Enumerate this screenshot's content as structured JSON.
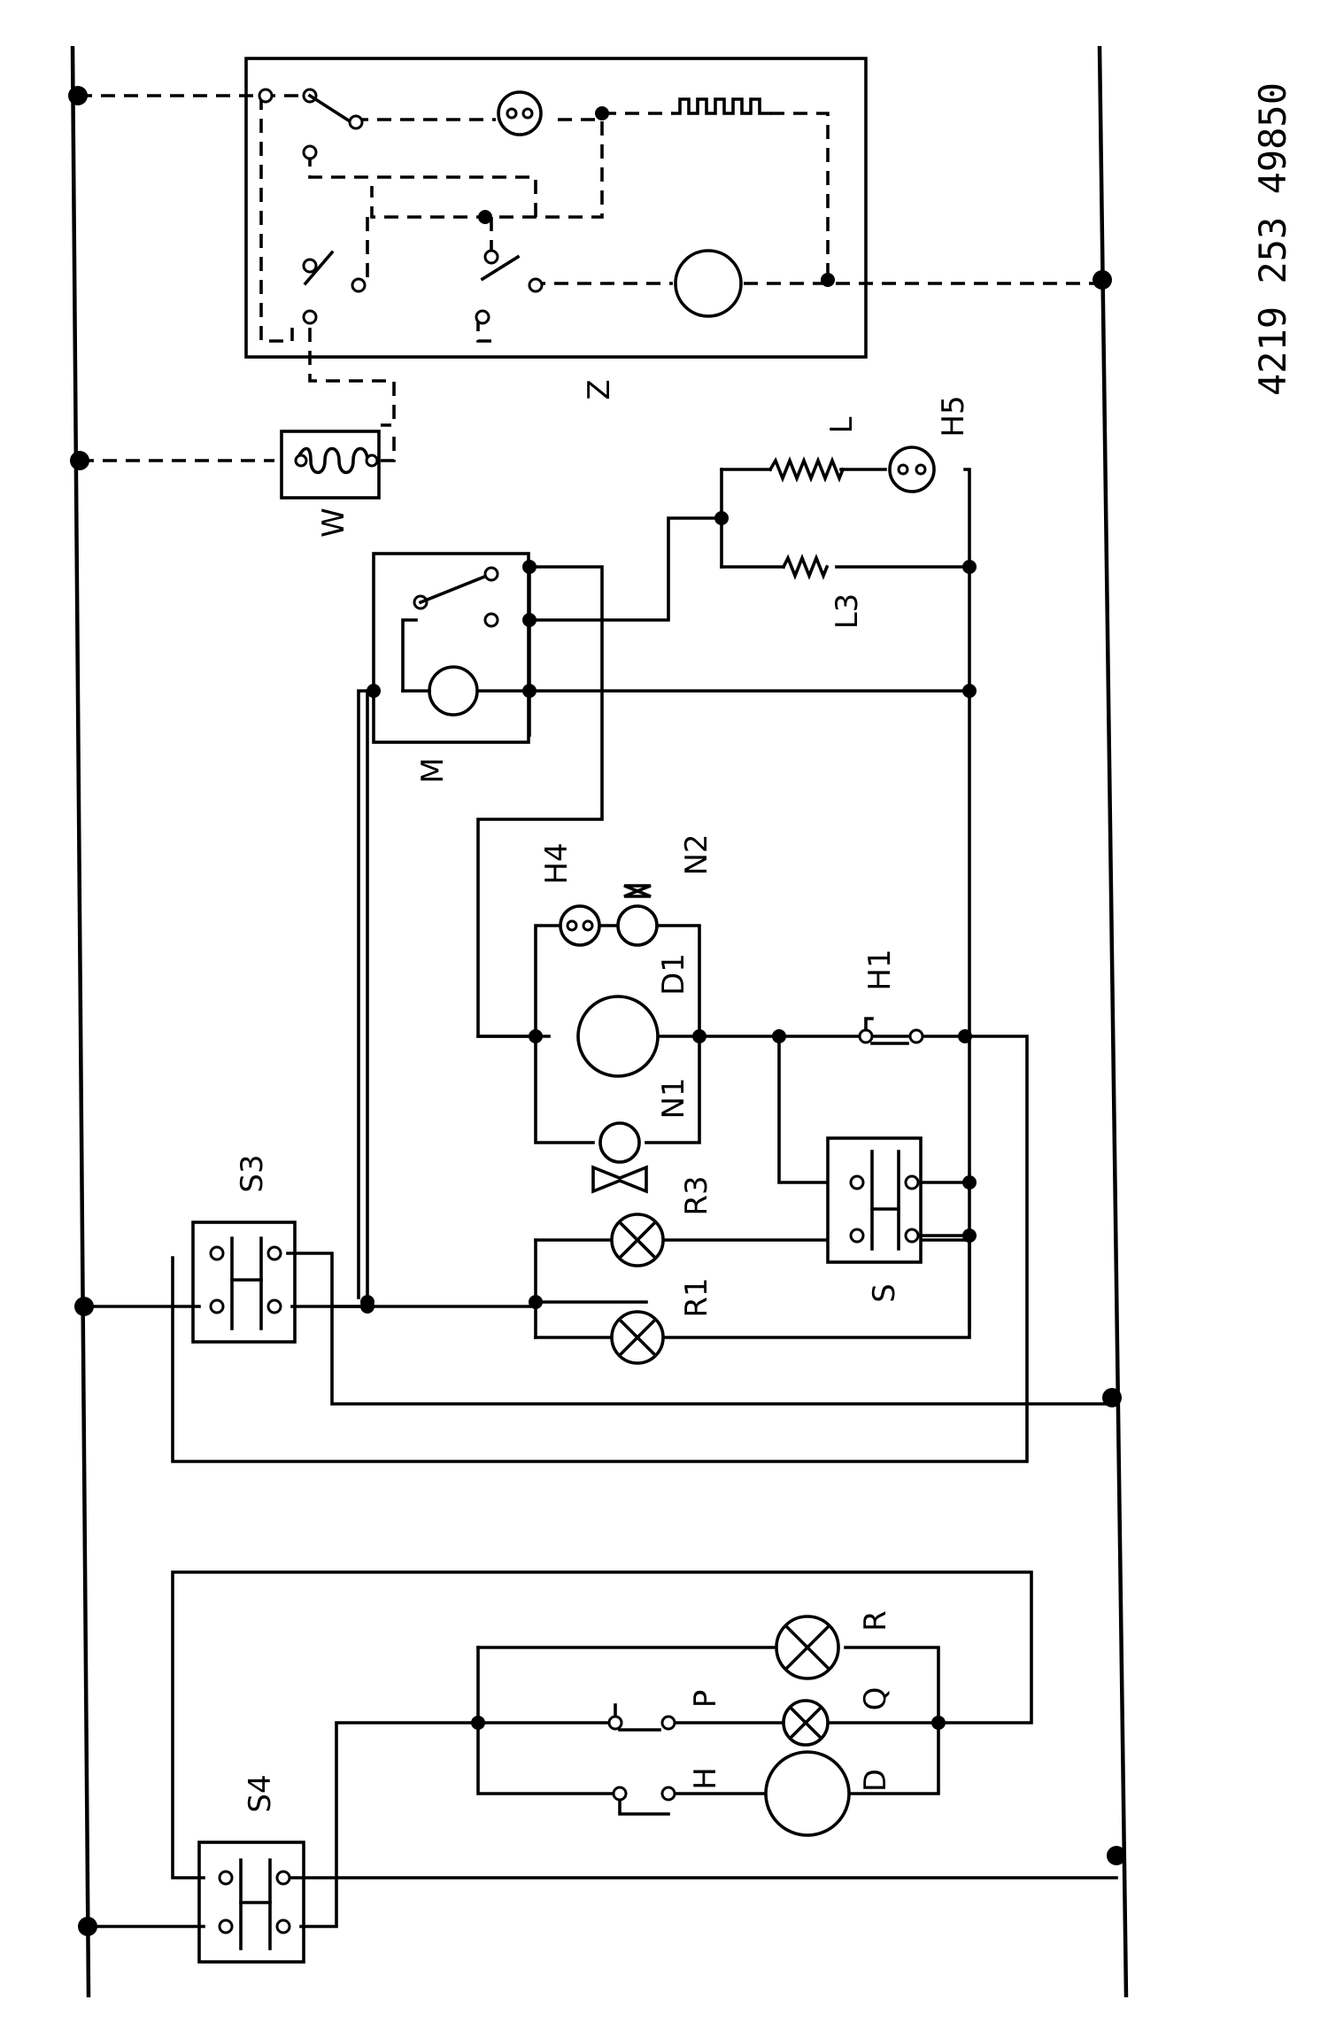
{
  "document_number": "4219 253 49850",
  "labels": {
    "Z": "Z",
    "W": "W",
    "M": "M",
    "L": "L",
    "L3": "L3",
    "H5": "H5",
    "H4": "H4",
    "N2": "N2",
    "D1": "D1",
    "N1": "N1",
    "H1": "H1",
    "S3": "S3",
    "S": "S",
    "R3": "R3",
    "R1": "R1",
    "S4": "S4",
    "H": "H",
    "P": "P",
    "D": "D",
    "Q": "Q",
    "R": "R"
  }
}
